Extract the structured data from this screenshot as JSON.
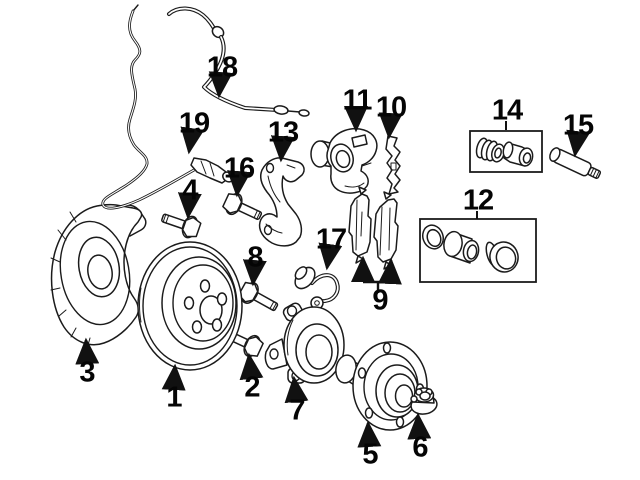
{
  "canvas": {
    "background": "#ffffff",
    "ink": "#1b1b1b",
    "label_color": "#050505"
  },
  "callouts": [
    {
      "number": "1"
    },
    {
      "number": "2"
    },
    {
      "number": "3"
    },
    {
      "number": "4"
    },
    {
      "number": "5"
    },
    {
      "number": "6"
    },
    {
      "number": "7"
    },
    {
      "number": "8"
    },
    {
      "number": "9"
    },
    {
      "number": "10"
    },
    {
      "number": "11"
    },
    {
      "number": "12"
    },
    {
      "number": "13"
    },
    {
      "number": "14"
    },
    {
      "number": "15"
    },
    {
      "number": "16"
    },
    {
      "number": "17"
    },
    {
      "number": "18"
    },
    {
      "number": "19"
    }
  ]
}
